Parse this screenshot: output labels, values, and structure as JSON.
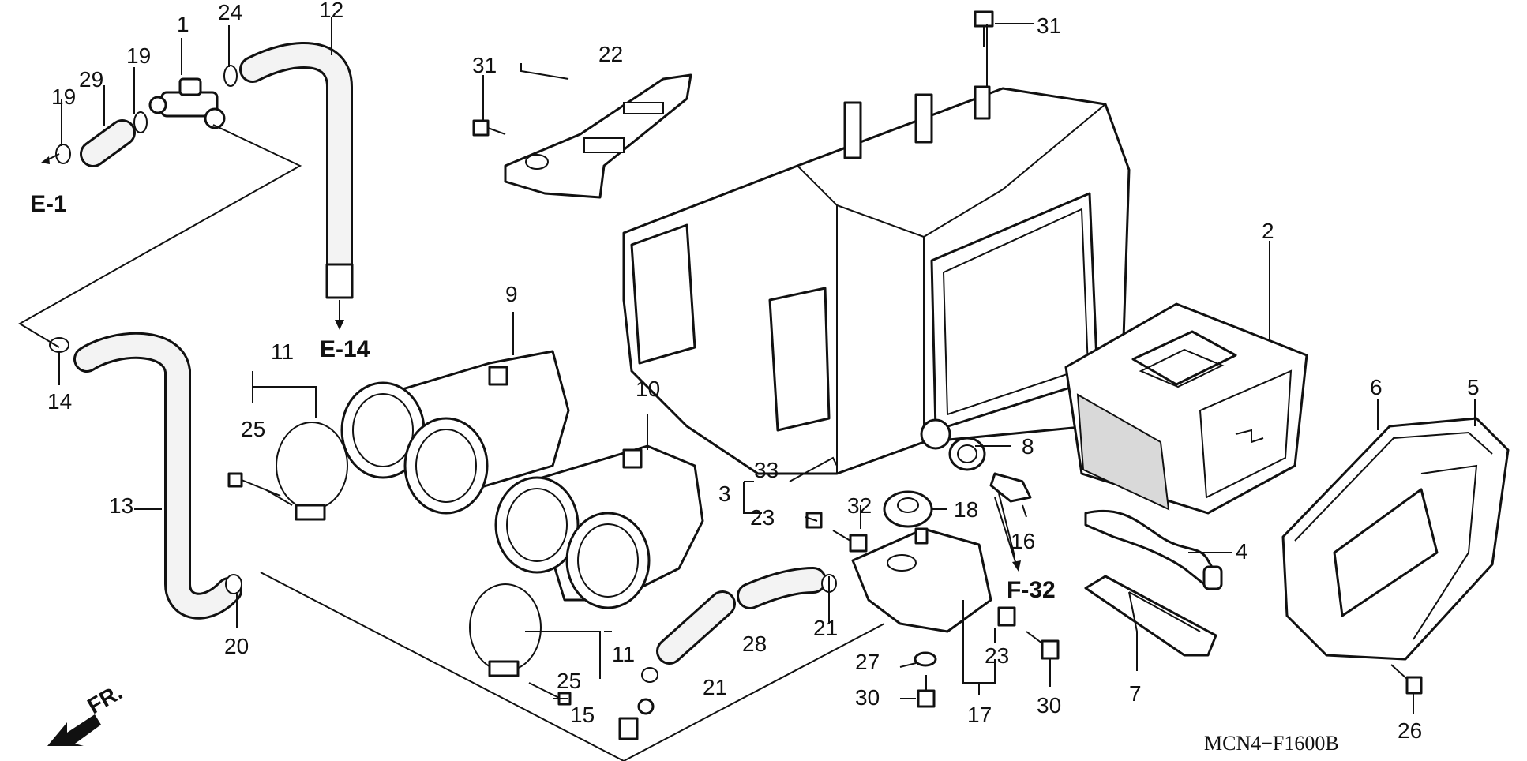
{
  "drawing_code": "MCN4−F1600B",
  "direction_label": "FR.",
  "references": [
    "E-1",
    "E-14",
    "F-32"
  ],
  "callouts": [
    "1",
    "2",
    "3",
    "4",
    "5",
    "6",
    "7",
    "8",
    "9",
    "10",
    "11",
    "11",
    "12",
    "13",
    "14",
    "15",
    "16",
    "17",
    "18",
    "19",
    "19",
    "20",
    "21",
    "21",
    "22",
    "23",
    "23",
    "24",
    "25",
    "25",
    "26",
    "27",
    "28",
    "29",
    "30",
    "30",
    "31",
    "31",
    "32",
    "33"
  ]
}
